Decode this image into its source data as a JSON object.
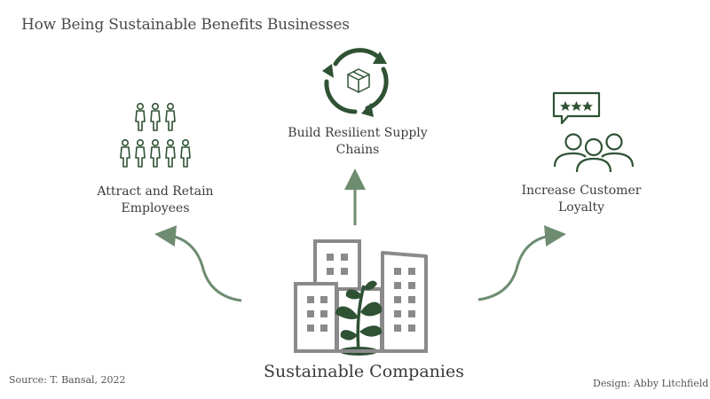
{
  "title": "How Being Sustainable Benefits Businesses",
  "center": {
    "label": "Sustainable Companies",
    "icon": "buildings-with-sprout-icon"
  },
  "benefits": [
    {
      "label": "Attract and Retain Employees",
      "icon": "people-group-icon"
    },
    {
      "label": "Build Resilient Supply Chains",
      "icon": "recycle-box-icon"
    },
    {
      "label": "Increase Customer Loyalty",
      "icon": "customers-rating-icon"
    }
  ],
  "footer": {
    "source": "Source: T. Bansal, 2022",
    "design": "Design: Abby Litchfield"
  },
  "colors": {
    "green": "#2f5234",
    "arrow": "#6e8c70",
    "building": "#8a8a8a"
  }
}
